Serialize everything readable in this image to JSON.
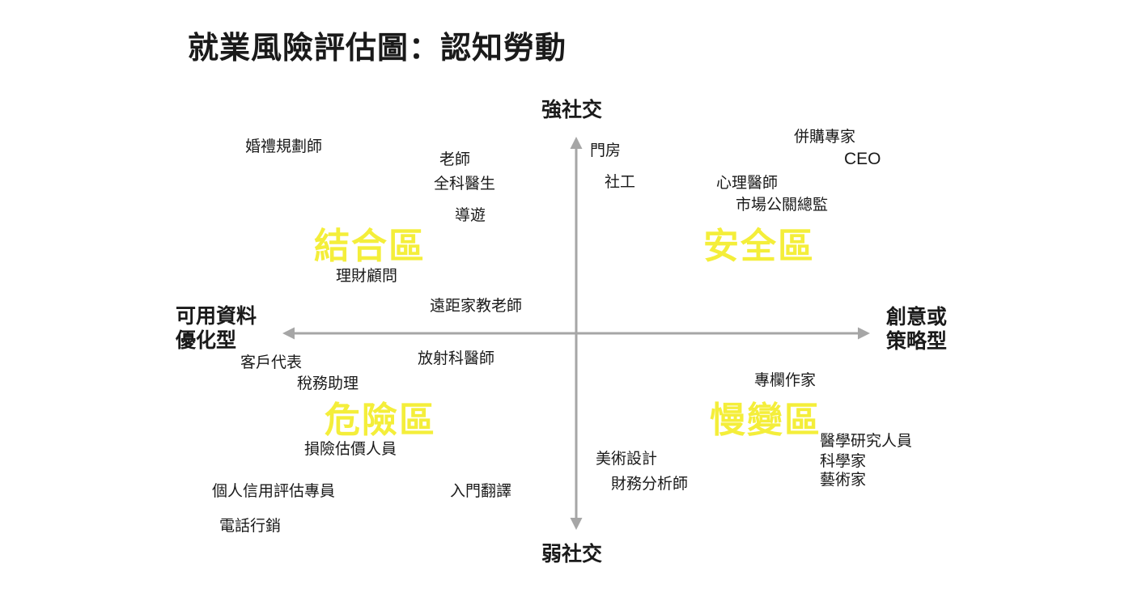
{
  "title": "就業風險評估圖：認知勞動",
  "axes": {
    "top": "強社交",
    "bottom": "弱社交",
    "left_line1": "可用資料",
    "left_line2": "優化型",
    "right_line1": "創意或",
    "right_line2": "策略型"
  },
  "colors": {
    "zone_text": "#f4ee3a",
    "axis": "#a6a6a6",
    "text": "#1a1a1a"
  },
  "zones": {
    "combined": "結合區",
    "safe": "安全區",
    "danger": "危險區",
    "slow_change": "慢變區"
  },
  "jobs": {
    "top_left": [
      "婚禮規劃師",
      "老師",
      "全科醫生",
      "導遊",
      "理財顧問",
      "遠距家教老師"
    ],
    "top_right": [
      "門房",
      "社工",
      "併購專家",
      "CEO",
      "心理醫師",
      "市場公關總監"
    ],
    "bottom_left": [
      "客戶代表",
      "放射科醫師",
      "稅務助理",
      "損險估價人員",
      "個人信用評估專員",
      "入門翻譯",
      "電話行銷"
    ],
    "bottom_right": [
      "專欄作家",
      "醫學研究人員",
      "科學家",
      "藝術家",
      "美術設計",
      "財務分析師"
    ]
  }
}
